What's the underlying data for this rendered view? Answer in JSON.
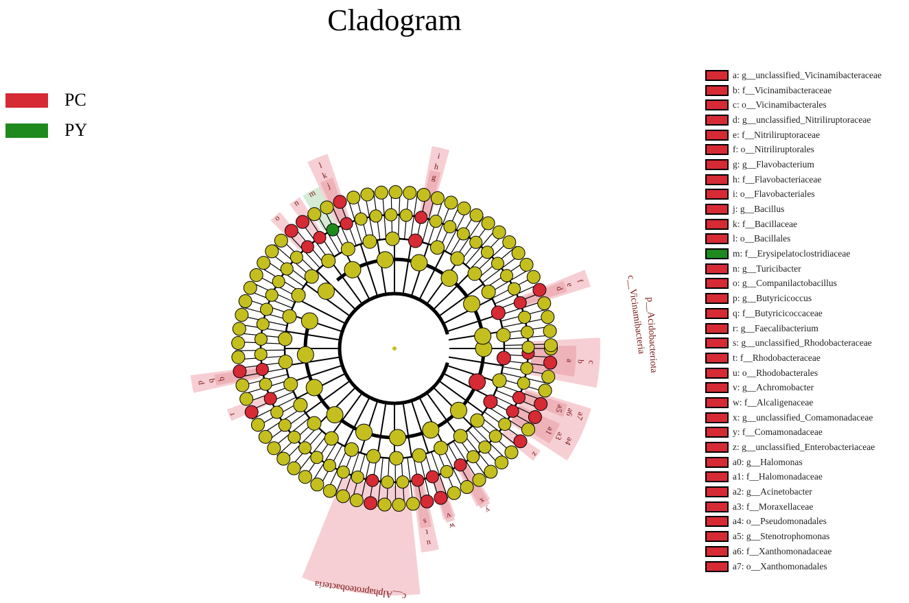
{
  "title": "Cladogram",
  "colors": {
    "PC": "#d62a35",
    "PY": "#1e8a1e",
    "node_default": "#c4bf1e",
    "pc_shade": "#f4c7cc",
    "py_shade": "#cfe8cf",
    "sector_label": "#7a1515"
  },
  "group_legend": [
    {
      "label": "PC",
      "color_key": "PC"
    },
    {
      "label": "PY",
      "color_key": "PY"
    }
  ],
  "taxa": [
    {
      "key": "a",
      "text": "a: g__unclassified_Vicinamibacteraceae",
      "group": "PC"
    },
    {
      "key": "b",
      "text": "b: f__Vicinamibacteraceae",
      "group": "PC"
    },
    {
      "key": "c",
      "text": "c: o__Vicinamibacterales",
      "group": "PC"
    },
    {
      "key": "d",
      "text": "d: g__unclassified_Nitriliruptoraceae",
      "group": "PC"
    },
    {
      "key": "e",
      "text": "e: f__Nitriliruptoraceae",
      "group": "PC"
    },
    {
      "key": "f",
      "text": "f: o__Nitriliruptorales",
      "group": "PC"
    },
    {
      "key": "g",
      "text": "g: g__Flavobacterium",
      "group": "PC"
    },
    {
      "key": "h",
      "text": "h: f__Flavobacteriaceae",
      "group": "PC"
    },
    {
      "key": "i",
      "text": "i: o__Flavobacteriales",
      "group": "PC"
    },
    {
      "key": "j",
      "text": "j: g__Bacillus",
      "group": "PC"
    },
    {
      "key": "k",
      "text": "k: f__Bacillaceae",
      "group": "PC"
    },
    {
      "key": "l",
      "text": "l: o__Bacillales",
      "group": "PC"
    },
    {
      "key": "m",
      "text": "m: f__Erysipelatoclostridiaceae",
      "group": "PY"
    },
    {
      "key": "n",
      "text": "n: g__Turicibacter",
      "group": "PC"
    },
    {
      "key": "o",
      "text": "o: g__Companilactobacillus",
      "group": "PC"
    },
    {
      "key": "p",
      "text": "p: g__Butyricicoccus",
      "group": "PC"
    },
    {
      "key": "q",
      "text": "q: f__Butyricicoccaceae",
      "group": "PC"
    },
    {
      "key": "r",
      "text": "r: g__Faecalibacterium",
      "group": "PC"
    },
    {
      "key": "s",
      "text": "s: g__unclassified_Rhodobacteraceae",
      "group": "PC"
    },
    {
      "key": "t",
      "text": "t: f__Rhodobacteraceae",
      "group": "PC"
    },
    {
      "key": "u",
      "text": "u: o__Rhodobacterales",
      "group": "PC"
    },
    {
      "key": "v",
      "text": "v: g__Achromobacter",
      "group": "PC"
    },
    {
      "key": "w",
      "text": "w: f__Alcaligenaceae",
      "group": "PC"
    },
    {
      "key": "x",
      "text": "x: g__unclassified_Comamonadaceae",
      "group": "PC"
    },
    {
      "key": "y",
      "text": "y: f__Comamonadaceae",
      "group": "PC"
    },
    {
      "key": "z",
      "text": "z: g__unclassified_Enterobacteriaceae",
      "group": "PC"
    },
    {
      "key": "a0",
      "text": "a0: g__Halomonas",
      "group": "PC"
    },
    {
      "key": "a1",
      "text": "a1: f__Halomonadaceae",
      "group": "PC"
    },
    {
      "key": "a2",
      "text": "a2: g__Acinetobacter",
      "group": "PC"
    },
    {
      "key": "a3",
      "text": "a3: f__Moraxellaceae",
      "group": "PC"
    },
    {
      "key": "a4",
      "text": "a4: o__Pseudomonadales",
      "group": "PC"
    },
    {
      "key": "a5",
      "text": "a5: g__Stenotrophomonas",
      "group": "PC"
    },
    {
      "key": "a6",
      "text": "a6: f__Xanthomonadaceae",
      "group": "PC"
    },
    {
      "key": "a7",
      "text": "a7: o__Xanthomonadales",
      "group": "PC"
    }
  ],
  "sector_labels": {
    "phylum_acido": "p__Acidobacteriota",
    "class_vicin": "c__Vicinamibacteria",
    "class_alpha": "c__Alphaproteobacteria"
  },
  "sectors": [
    {
      "angle": -77,
      "span": 5,
      "group": "PC",
      "labels": [
        "i",
        "h",
        "g"
      ]
    },
    {
      "angle": -112,
      "span": 6,
      "group": "PC",
      "labels": [
        "l",
        "k",
        "j"
      ]
    },
    {
      "angle": -118,
      "span": 6,
      "group": "PY",
      "labels": [
        "m"
      ]
    },
    {
      "angle": -124,
      "span": 4,
      "group": "PC",
      "labels": [
        "n"
      ]
    },
    {
      "angle": -132,
      "span": 4,
      "group": "PC",
      "labels": [
        "o"
      ]
    },
    {
      "angle": -20,
      "span": 5,
      "group": "PC",
      "labels": [
        "f",
        "e",
        "d"
      ]
    },
    {
      "angle": 4,
      "span": 14,
      "group": "PC",
      "labels": [
        "c",
        "b",
        "a"
      ]
    },
    {
      "angle": 20,
      "span": 6,
      "group": "PC",
      "labels": [
        "a7",
        "a6",
        "a5"
      ]
    },
    {
      "angle": 28,
      "span": 10,
      "group": "PC",
      "labels": [
        "a4",
        "a3",
        "a1"
      ]
    },
    {
      "angle": 37,
      "span": 4,
      "group": "PC",
      "labels": [
        "z"
      ]
    },
    {
      "angle": 60,
      "span": 5,
      "group": "PC",
      "labels": [
        "y",
        "x"
      ]
    },
    {
      "angle": 72,
      "span": 4,
      "group": "PC",
      "labels": [
        "w",
        "v"
      ]
    },
    {
      "angle": 80,
      "span": 5,
      "group": "PC",
      "labels": [
        "u",
        "t",
        "s"
      ]
    },
    {
      "angle": 98,
      "span": 28,
      "group": "PC",
      "labels": []
    },
    {
      "angle": 170,
      "span": 5,
      "group": "PC",
      "labels": [
        "p",
        "q",
        "b"
      ]
    },
    {
      "angle": 158,
      "span": 4,
      "group": "PC",
      "labels": [
        "r"
      ]
    }
  ]
}
